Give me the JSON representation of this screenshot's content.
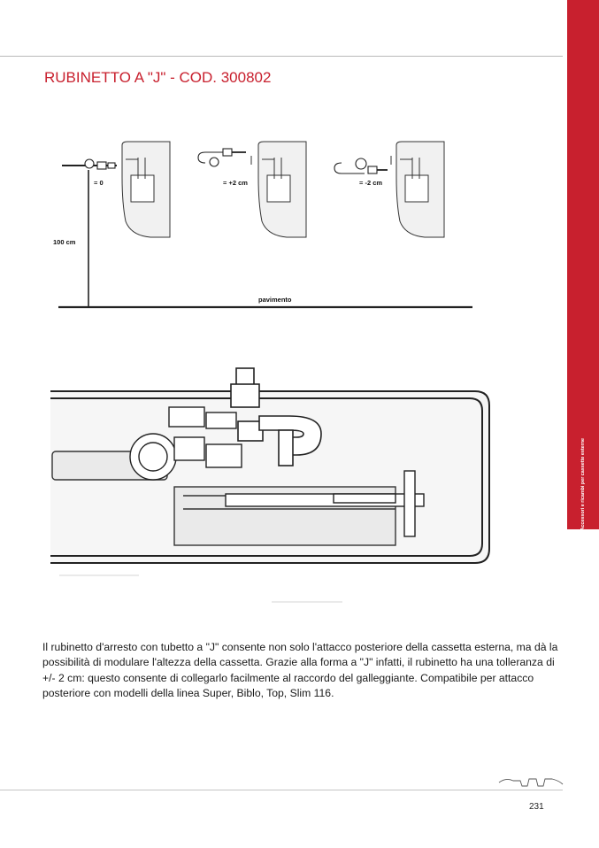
{
  "header": {
    "title": "RUBINETTO A \"J\" - COD. 300802"
  },
  "side_tab": {
    "label": "Accessori e ricambi per cassette esterne",
    "color": "#c8202e"
  },
  "figure_height": {
    "label_100cm": "100 cm",
    "label_floor": "pavimento",
    "labels": [
      "= 0",
      "= +2 cm",
      "= -2 cm"
    ]
  },
  "body": {
    "description": "Il rubinetto d'arresto con tubetto a \"J\" consente non solo l'attacco posteriore della cassetta esterna, ma dà la possibilità di modulare l'altezza della cassetta. Grazie alla forma a \"J\" infatti, il rubinetto ha una tolleranza di +/- 2 cm: questo consente di collegarlo facilmente al raccordo del galleggiante. Compatibile per attacco posteriore con modelli della linea Super, Biblo, Top, Slim 116."
  },
  "footer": {
    "page_number": "231"
  }
}
